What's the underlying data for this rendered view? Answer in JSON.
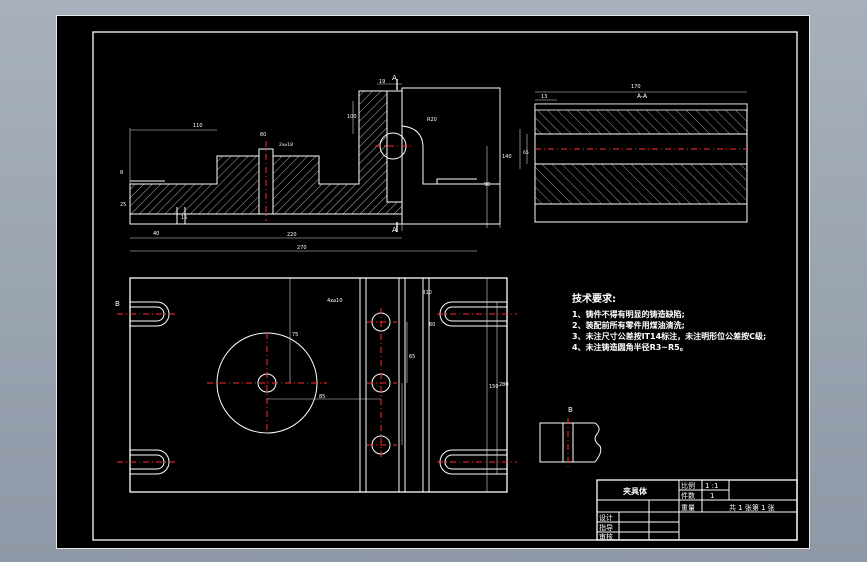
{
  "drawing": {
    "section_label": "A-A",
    "detail_label": "B",
    "view_marks": {
      "a": "A",
      "b": "B"
    },
    "dimensions": {
      "d110": "110",
      "d270": "270",
      "d15": "15",
      "d140": "140",
      "d8": "8",
      "d25": "25",
      "d40": "40",
      "d220": "220",
      "d280": "280",
      "d60": "60",
      "d19": "19",
      "d150": "150",
      "d13": "13",
      "d75": "75",
      "d65": "65",
      "d85": "85",
      "d90": "90",
      "d100": "100",
      "d170": "170",
      "dR20": "R20",
      "dR10": "R10",
      "d4x10": "4x⌀10",
      "d2x": "2x⌀18"
    }
  },
  "tech_notes": {
    "title": "技术要求:",
    "items": [
      "1、铸件不得有明显的铸造缺陷;",
      "2、装配前所有零件用煤油清洗;",
      "3、未注尺寸公差按IT14标注，未注明形位公差按C级;",
      "4、未注铸造圆角半径R3~R5。"
    ]
  },
  "title_block": {
    "part_name": "夹具体",
    "scale_label": "比例",
    "scale_value": "1 :1",
    "qty_label": "件数",
    "qty_value": "1",
    "weight_label": "重量",
    "sheet_info": "共 1 张第 1 张",
    "designer_label": "设计",
    "drafter_label": "指导",
    "reviewer_label": "审核"
  }
}
